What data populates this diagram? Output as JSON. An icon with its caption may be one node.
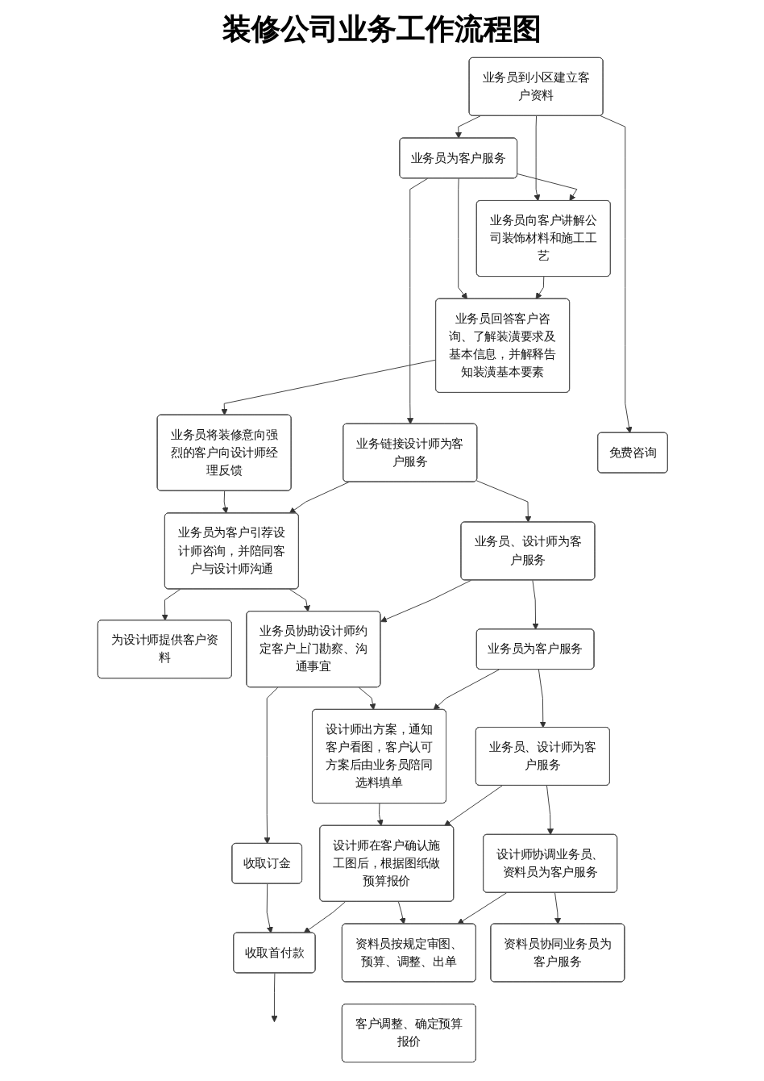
{
  "diagram": {
    "title": "装修公司业务工作流程图",
    "nodes": [
      {
        "text": [
          "业务员到小区建立客户资料"
        ]
      },
      {
        "text": [
          "业务员为客户服务"
        ]
      },
      {
        "text": [
          "业务员向客户讲解公司装饰材料和施工工艺"
        ]
      },
      {
        "text": [
          "业务员回答客户咨询、了解装潢要求及基本信息，并解释告知装潢基本要素"
        ]
      },
      {
        "text": [
          "免费咨询"
        ]
      },
      {
        "text": [
          "业务员将装修意向强烈的客户向设计师经理反馈"
        ]
      },
      {
        "text": [
          "业务链接设计师为客户服务"
        ]
      },
      {
        "text": [
          "业务员为客户引荐设计师咨询，并陪同客户与设计师沟通"
        ]
      },
      {
        "text": [
          "为设计师提供客户资料"
        ]
      },
      {
        "text": [
          "业务员、设计师为客户服务"
        ]
      },
      {
        "text": [
          "业务员协助设计师约定客户上门勘察、沟通事宜"
        ]
      },
      {
        "text": [
          "收取订金"
        ]
      },
      {
        "text": [
          "业务员为客户服务"
        ]
      },
      {
        "text": [
          "设计师出方案，通知客户看图，客户认可方案后由业务员陪同选料填单"
        ]
      },
      {
        "text": [
          "业务员、设计师为客户服务"
        ]
      },
      {
        "text": [
          "设计师在客户确认施工图后，根据图纸做预算报价"
        ]
      },
      {
        "text": [
          "收取首付款"
        ]
      },
      {
        "text": [
          "设计师协调业务员、资料员为客户服务"
        ]
      },
      {
        "text": [
          "资料员按规定审图、预算、调整、出单"
        ]
      },
      {
        "text": [
          "客户调整、确定预算报价"
        ]
      },
      {
        "text": [
          "资料员协同业务员为客户服务"
        ]
      }
    ],
    "edges": [
      {
        "from": 0,
        "to": 1,
        "arrow": "to"
      },
      {
        "from": 0,
        "to": 2,
        "arrow": "to"
      },
      {
        "from": 0,
        "to": 4,
        "arrow": "to"
      },
      {
        "from": 1,
        "to": 2,
        "arrow": "to"
      },
      {
        "from": 1,
        "to": 3,
        "arrow": "to"
      },
      {
        "from": 2,
        "to": 3,
        "arrow": "to"
      },
      {
        "from": 3,
        "to": 5,
        "arrow": "to"
      },
      {
        "from": 1,
        "to": 6,
        "arrow": "to"
      },
      {
        "from": 5,
        "to": 7,
        "arrow": "to"
      },
      {
        "from": 6,
        "to": 7,
        "arrow": "to"
      },
      {
        "from": 7,
        "to": 8,
        "arrow": "to"
      },
      {
        "from": 6,
        "to": 9,
        "arrow": "to"
      },
      {
        "from": 7,
        "to": 10,
        "arrow": "to"
      },
      {
        "from": 9,
        "to": 10,
        "arrow": "to"
      },
      {
        "from": 10,
        "to": 11,
        "arrow": "to"
      },
      {
        "from": 9,
        "to": 12,
        "arrow": "to"
      },
      {
        "from": 10,
        "to": 13,
        "arrow": "to"
      },
      {
        "from": 12,
        "to": 13,
        "arrow": "to"
      },
      {
        "from": 11,
        "to": 16,
        "arrow": "to"
      },
      {
        "from": 12,
        "to": 14,
        "arrow": "to"
      },
      {
        "from": 13,
        "to": 15,
        "arrow": "to"
      },
      {
        "from": 14,
        "to": 15,
        "arrow": "to"
      },
      {
        "from": 15,
        "to": 16,
        "arrow": "to"
      },
      {
        "from": 14,
        "to": 17,
        "arrow": "to"
      },
      {
        "from": 15,
        "to": 18,
        "arrow": "to"
      },
      {
        "from": 17,
        "to": 18,
        "arrow": "to"
      },
      {
        "from": 17,
        "to": 20,
        "arrow": "to"
      },
      {
        "from": 16,
        "to": null,
        "arrow": "to"
      }
    ]
  }
}
